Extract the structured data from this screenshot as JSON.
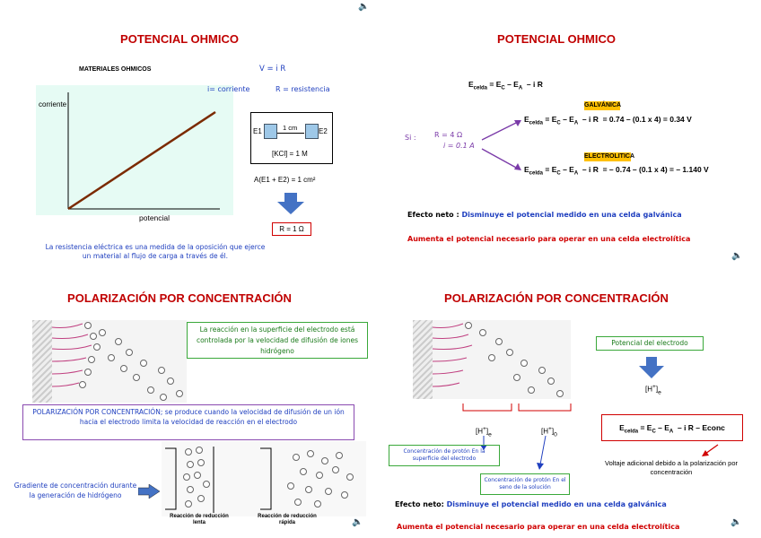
{
  "speaker_icons": [
    "🔈"
  ],
  "s1": {
    "title": "POTENCIAL OHMICO",
    "chart_title": "MATERIALES OHMICOS",
    "ylabel": "corriente",
    "xlabel": "potencial",
    "eq_v": "V = i R",
    "i_def": "i= corriente",
    "r_def": "R = resistencia",
    "e1": "E1",
    "e2": "E2",
    "dist": "1 cm",
    "kcl": "[KCl] = 1 M",
    "area": "A(E1 + E2) = 1 cm²",
    "r_result": "R = 1 Ω",
    "note1": "La resistencia eléctrica es una medida de la oposición que ejerce",
    "note2": "un material al flujo de carga a través de él."
  },
  "s2": {
    "title": "POTENCIAL OHMICO",
    "eq_main": "Ecelda = EC – EA  – i R",
    "si": "Si :",
    "r_val": "R = 4 Ω",
    "i_val": "i = 0.1 A",
    "galv_tag": "GALVÁNICA",
    "galv_eq": "Ecelda = EC – EA  – i R  = 0.74 – (0.1 x 4) = 0.34 V",
    "elec_tag": "ELECTROLITICA",
    "elec_eq": "Ecelda = EC – EA  – i R  = – 0.74 – (0.1 x 4) = – 1.140 V",
    "neto_label": "Efecto neto :",
    "neto_text": "Disminuye el potencial medido en una celda galvánica",
    "aumenta": "Aumenta el potencial necesario para operar en una celda electrolítica"
  },
  "s3": {
    "title": "POLARIZACIÓN POR CONCENTRACIÓN",
    "green_box": "La reacción en la superficie del electrodo está controlada por la velocidad de difusión de iones hidrógeno",
    "purple_box": "POLARIZACIÓN POR CONCENTRACIÓN; se produce cuando la velocidad de difusión de un ión hacia el electrodo limita la velocidad de reacción en el electrodo",
    "gradiente": "Gradiente de concentración durante la generación de hidrógeno",
    "lenta": "Reacción de reducción lenta",
    "rapida": "Reacción de reducción rápida"
  },
  "s4": {
    "title": "POLARIZACIÓN POR CONCENTRACIÓN",
    "pot_box": "Potencial del electrodo",
    "h_e": "[H⁺]e",
    "h_0": "[H⁺]0",
    "h_e2": "[H⁺]e",
    "eq_box": "Ecelda = EC – EA  – i R – Econc",
    "conc_sup": "Concentración de protón En la superficie del electrodo",
    "conc_sol": "Concentración de protón En el seno de la solución",
    "voltaje": "Voltaje adicional debido a la polarización por concentración",
    "neto_label": "Efecto neto:",
    "neto_text": "Disminuye el potencial medido en una celda galvánica",
    "aumenta": "Aumenta el potencial necesario para operar en una celda electrolítica"
  }
}
